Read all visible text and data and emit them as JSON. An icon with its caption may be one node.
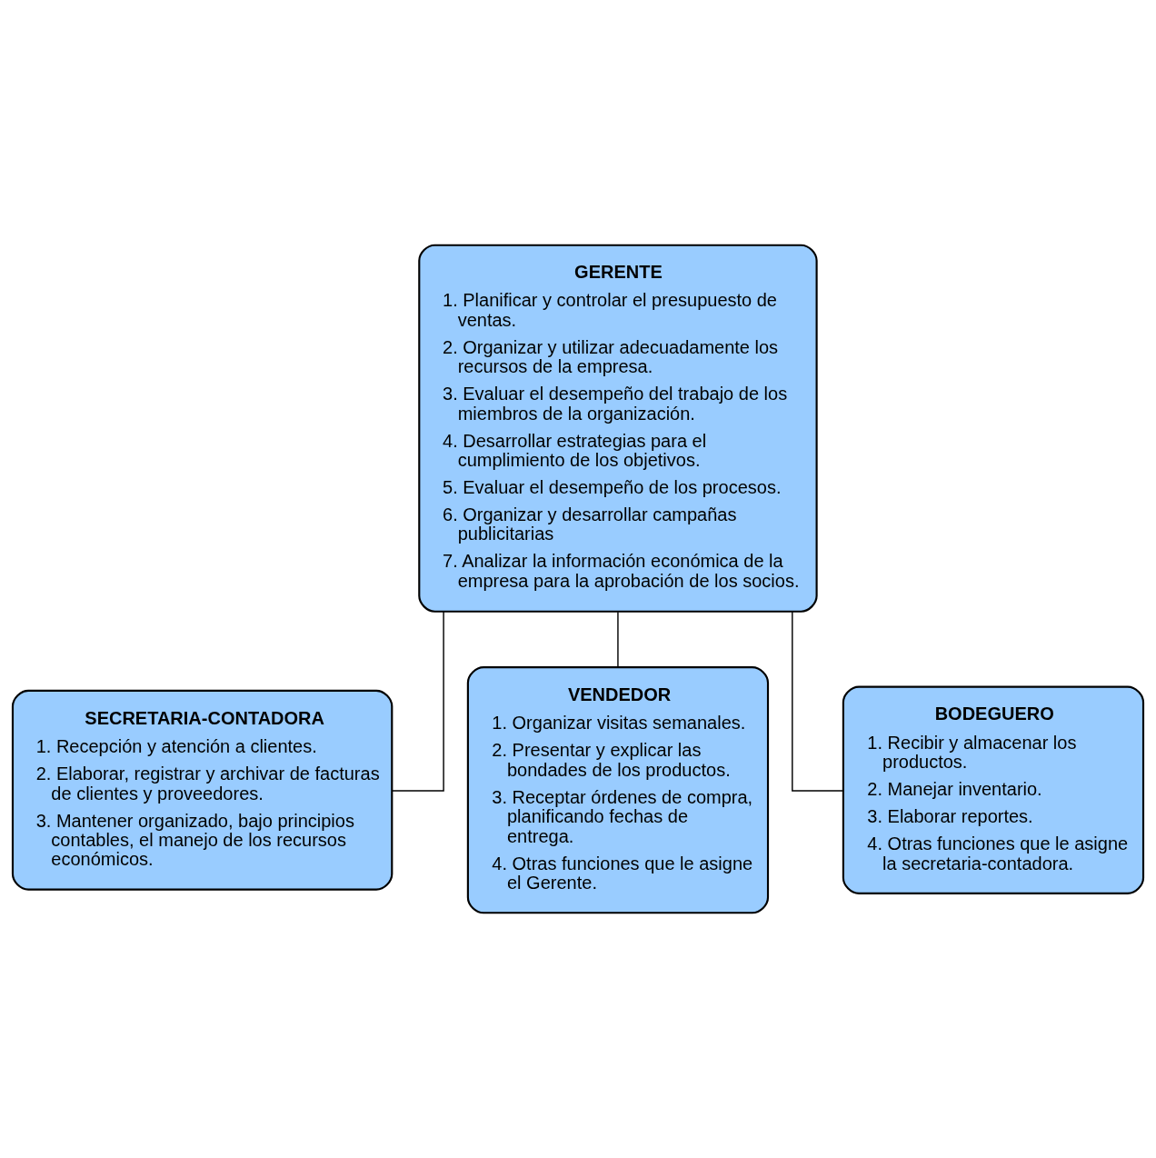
{
  "diagram": {
    "nodes": [
      {
        "text": [
          "GERENTE",
          "1. Planificar y controlar el presupuesto de ventas.",
          "2. Organizar y utilizar adecuadamente los recursos de la empresa.",
          "3. Evaluar el desempeño del trabajo de los miembros de la organización.",
          "4. Desarrollar estrategias para el cumplimiento de los objetivos.",
          "5. Evaluar el desempeño de los procesos.",
          "6. Organizar y desarrollar campañas publicitarias",
          "7. Analizar la información económica de la empresa para la aprobación de los socios."
        ]
      },
      {
        "text": [
          "SECRETARIA-CONTADORA",
          "1. Recepción y atención a clientes.",
          "2. Elaborar, registrar y archivar de facturas de clientes y proveedores.",
          "3. Mantener organizado, bajo principios contables, el manejo de los recursos económicos."
        ]
      },
      {
        "text": [
          "VENDEDOR",
          "1. Organizar visitas semanales.",
          "2. Presentar y explicar las bondades de los productos.",
          "3. Receptar órdenes de compra, planificando fechas de entrega.",
          "4. Otras funciones que le asigne el Gerente."
        ]
      },
      {
        "text": [
          "BODEGUERO",
          "1. Recibir y almacenar los productos.",
          "2. Manejar inventario.",
          "3. Elaborar reportes.",
          "4. Otras funciones que le asigne la secretaria-contadora."
        ]
      }
    ],
    "edges": [
      {
        "from": 0,
        "to": 1,
        "arrow": "none"
      },
      {
        "from": 0,
        "to": 2,
        "arrow": "none"
      },
      {
        "from": 0,
        "to": 3,
        "arrow": "none"
      }
    ]
  }
}
